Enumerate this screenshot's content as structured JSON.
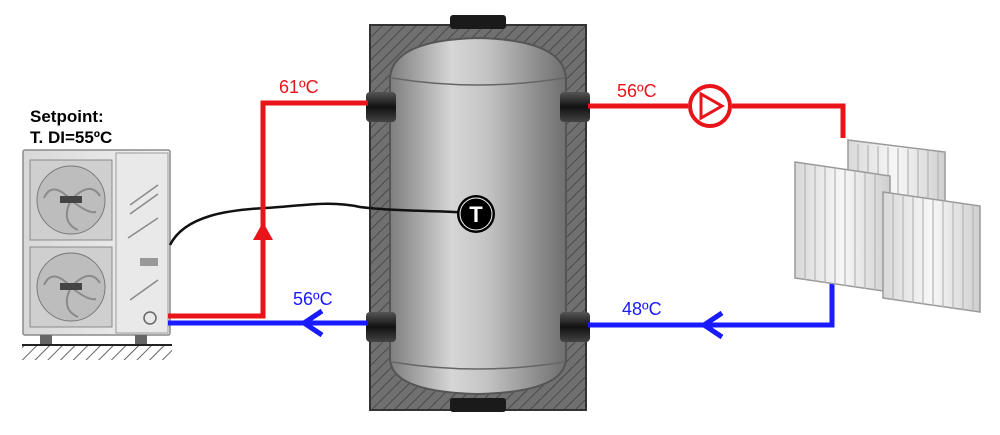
{
  "setpoint": {
    "line1": "Setpoint:",
    "line2": "T. DI=55ºC"
  },
  "temperatures": {
    "tank_inlet_hot": "61ºC",
    "tank_outlet_hot": "56ºC",
    "return_to_heat_pump": "56ºC",
    "return_from_radiators": "48ºC"
  },
  "sensor": {
    "label": "T"
  },
  "colors": {
    "hot_pipe": "#e8141a",
    "cold_pipe": "#1a1aff",
    "insulation": "#6f6f6f",
    "tank": "#b4b4b4"
  }
}
